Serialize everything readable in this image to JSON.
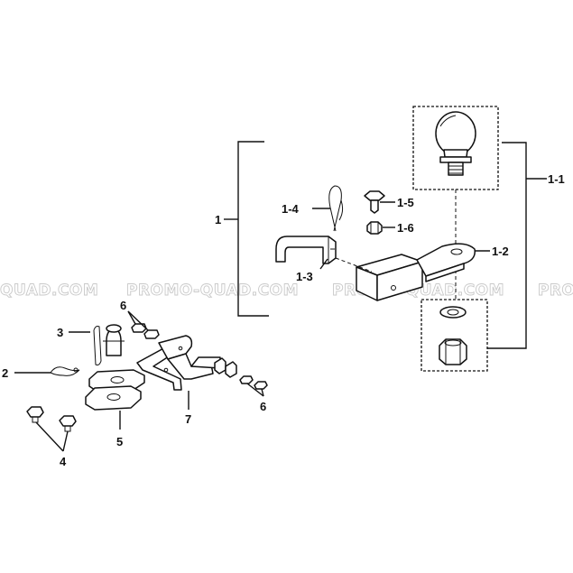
{
  "watermark": {
    "text_left": "QUAD.COM",
    "text_mid1": "PROMO-QUAD.COM",
    "text_mid2": "PROMO-QUAD.COM",
    "text_right": "PRO"
  },
  "callouts": {
    "c1": "1",
    "c1_1": "1-1",
    "c1_2": "1-2",
    "c1_3": "1-3",
    "c1_4": "1-4",
    "c1_5": "1-5",
    "c1_6": "1-6",
    "c2": "2",
    "c3": "3",
    "c4": "4",
    "c5": "5",
    "c6a": "6",
    "c6b": "6",
    "c7": "7"
  }
}
